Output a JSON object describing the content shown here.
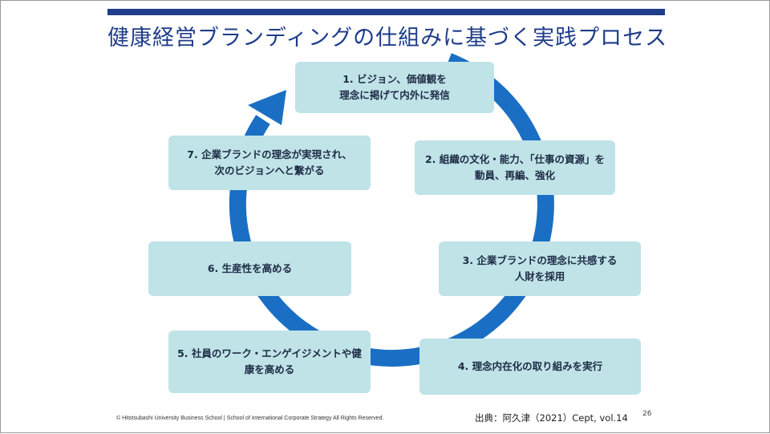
{
  "title": "健康経営ブランディングの仕組みに基づく実践プロセス",
  "steps": [
    {
      "line1": "1. ビジョン、価値観を",
      "line2": "理念に掲げて内外に発信"
    },
    {
      "line1": "2. 組織の文化・能力、「仕事の資源」を",
      "line2": "動員、再編、強化"
    },
    {
      "line1": "3. 企業ブランドの理念に共感する",
      "line2": "人財を採用"
    },
    {
      "line1": "4. 理念内在化の取り組みを実行",
      "line2": ""
    },
    {
      "line1": "5. 社員のワーク・エンゲイジメントや健",
      "line2": "康を高める"
    },
    {
      "line1": "6. 生産性を高める",
      "line2": ""
    },
    {
      "line1": "7. 企業ブランドの理念が実現され、",
      "line2": "次のビジョンへと繋がる"
    }
  ],
  "footer": "© Hitotsubashi  University Business School  |  School of International Corporate Strategy   All Rights Reserved.",
  "source": "出典：阿久津（2021）Cept, vol.14",
  "page_number": "26",
  "colors": {
    "accent": "#1f3d8a",
    "ring": "#1a6fc4",
    "box": "#bfe3e7"
  }
}
